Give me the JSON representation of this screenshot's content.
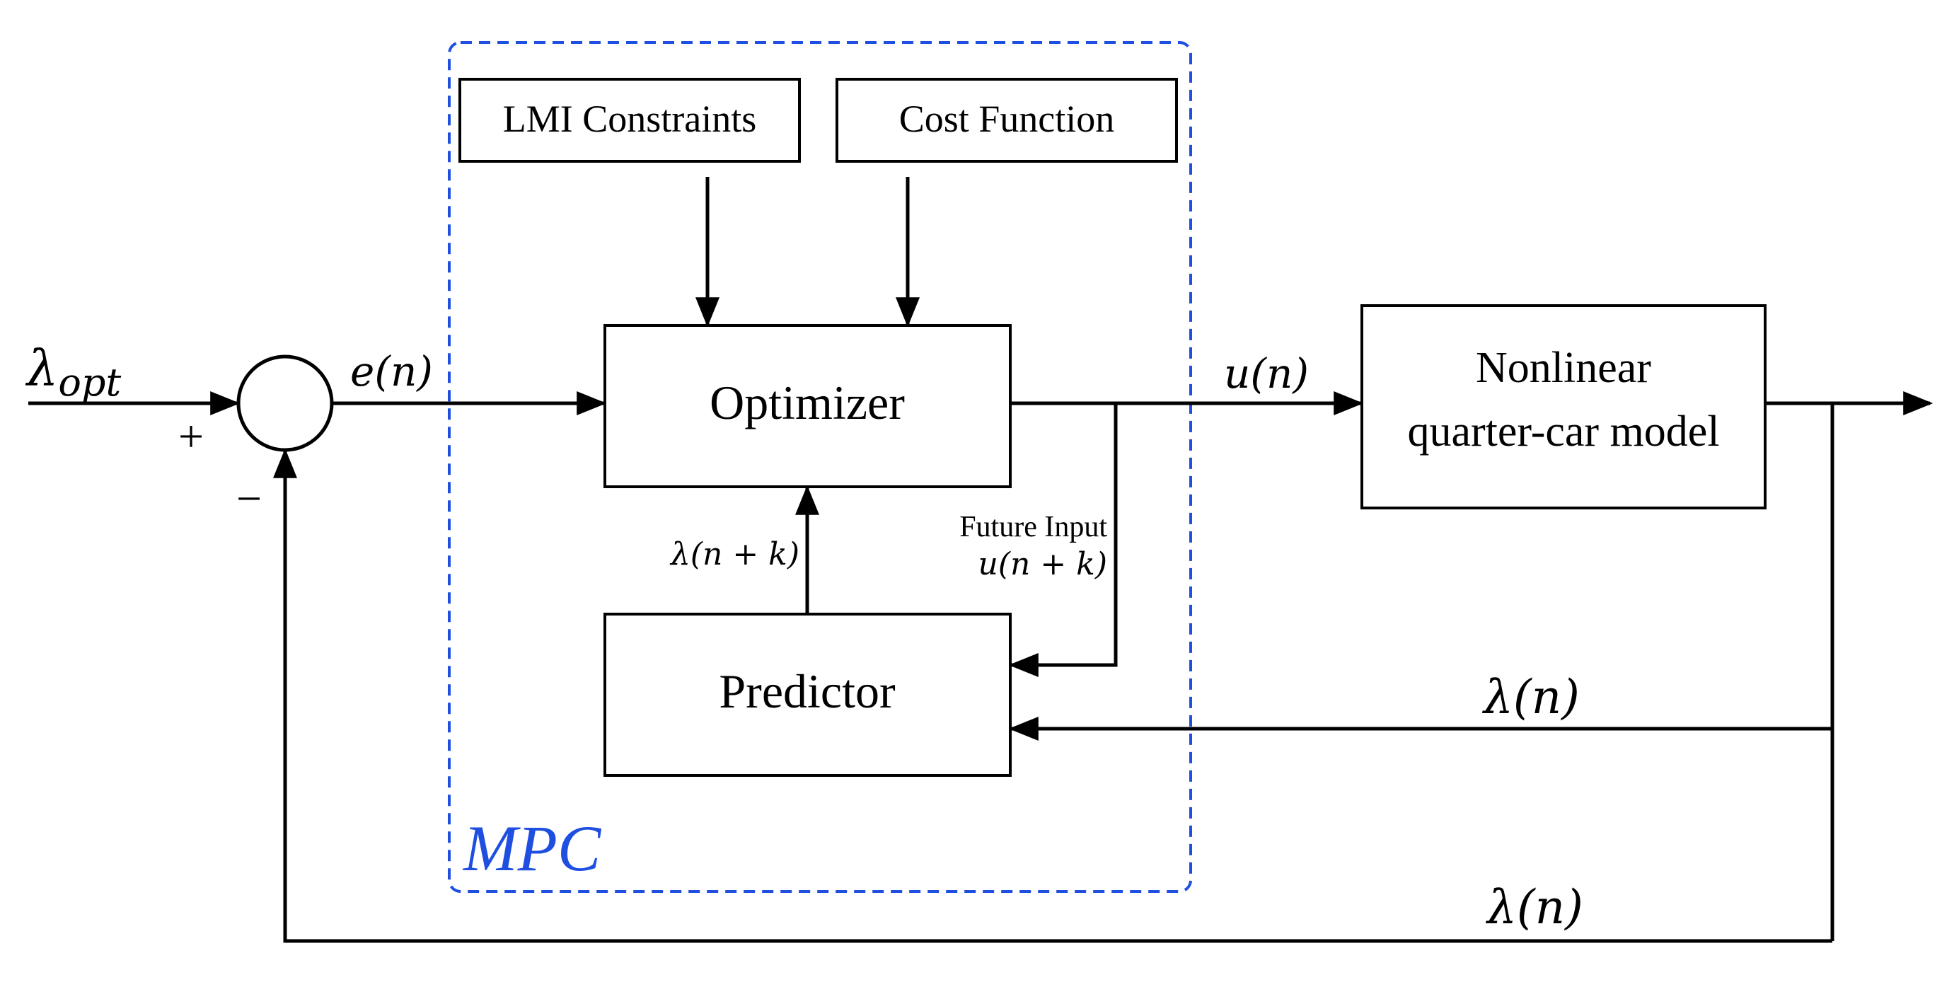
{
  "blocks": {
    "lmi": "LMI Constraints",
    "cost": "Cost Function",
    "optimizer": "Optimizer",
    "predictor": "Predictor",
    "plant_line1": "Nonlinear",
    "plant_line2": "quarter-car model"
  },
  "group": {
    "label": "MPC",
    "color": "#1f4fe0"
  },
  "signals": {
    "reference": "λ",
    "reference_sub": "opt",
    "error": "e(n)",
    "control": "u(n)",
    "predicted_output": "λ(n + k)",
    "future_input_label": "Future Input",
    "future_input": "u(n + k)",
    "feedback_predictor": "λ(n)",
    "feedback_main": "λ(n)"
  },
  "summing_junction": {
    "plus": "+",
    "minus": "−"
  }
}
